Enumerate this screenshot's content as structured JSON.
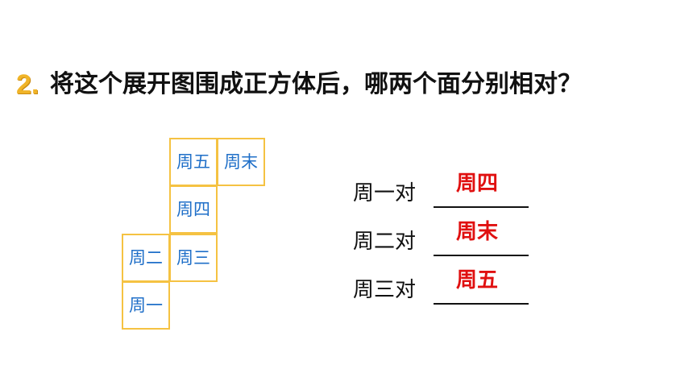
{
  "question": {
    "number": "2.",
    "text": "将这个展开图围成正方体后，哪两个面分别相对？"
  },
  "net": {
    "cells": [
      {
        "id": "fri",
        "label": "周五"
      },
      {
        "id": "sun",
        "label": "周末"
      },
      {
        "id": "thu",
        "label": "周四"
      },
      {
        "id": "tue",
        "label": "周二"
      },
      {
        "id": "wed",
        "label": "周三"
      },
      {
        "id": "mon",
        "label": "周一"
      }
    ]
  },
  "answers": [
    {
      "label": "周一对",
      "value": "周四"
    },
    {
      "label": "周二对",
      "value": "周末"
    },
    {
      "label": "周三对",
      "value": "周五"
    }
  ],
  "colors": {
    "number": "#f0b428",
    "cell_border": "#f5c242",
    "cell_text": "#1f6fc8",
    "answer_text": "#e01010",
    "body_text": "#111111"
  }
}
